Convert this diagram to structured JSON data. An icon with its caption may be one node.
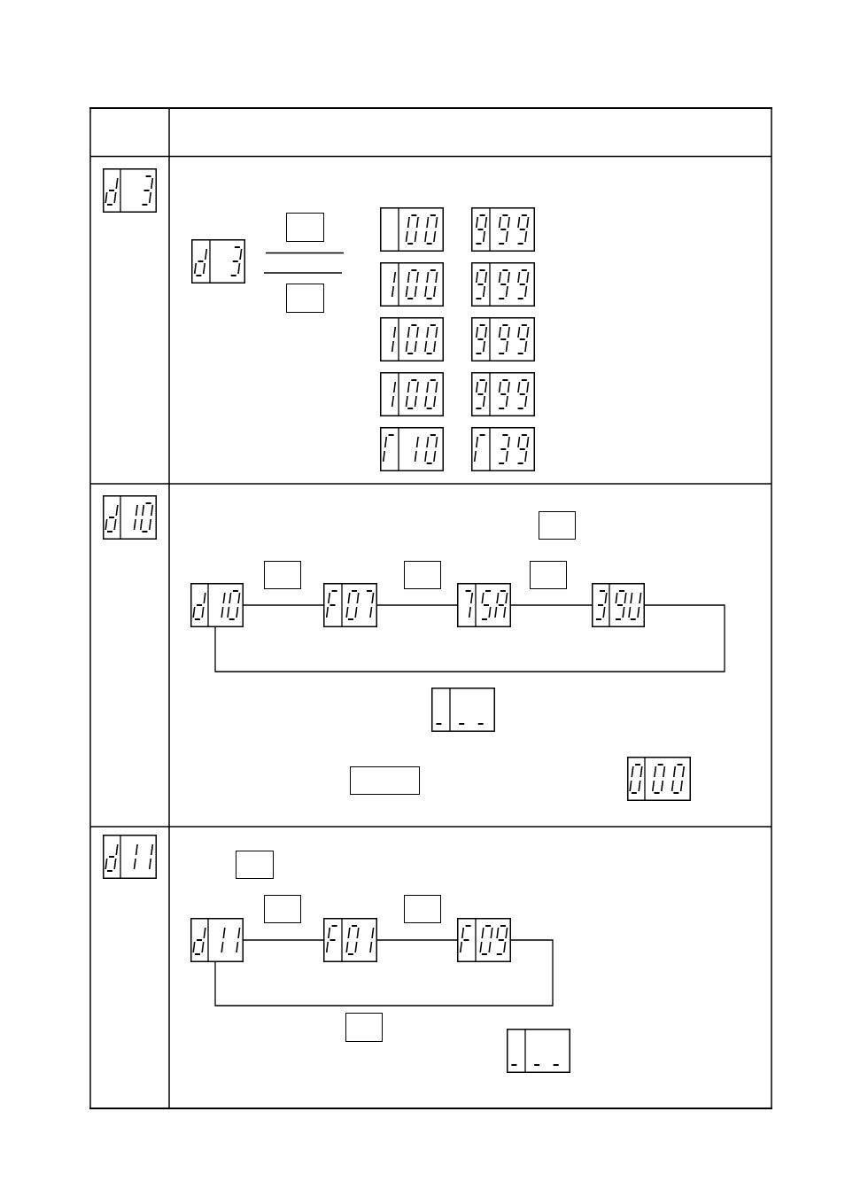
{
  "diagram": {
    "nodes": [
      {
        "text": [],
        "shape": "display"
      },
      {
        "text": [],
        "shape": "display"
      },
      {
        "text": [],
        "shape": "box"
      },
      {
        "text": [],
        "shape": "box"
      },
      {
        "text": [],
        "shape": "display"
      },
      {
        "text": [],
        "shape": "display"
      },
      {
        "text": [],
        "shape": "display"
      },
      {
        "text": [],
        "shape": "display"
      },
      {
        "text": [],
        "shape": "display"
      },
      {
        "text": [],
        "shape": "display"
      },
      {
        "text": [],
        "shape": "display"
      },
      {
        "text": [],
        "shape": "display"
      },
      {
        "text": [],
        "shape": "display"
      },
      {
        "text": [],
        "shape": "display"
      },
      {
        "text": [],
        "shape": "display"
      },
      {
        "text": [],
        "shape": "box"
      },
      {
        "text": [],
        "shape": "box"
      },
      {
        "text": [],
        "shape": "box"
      },
      {
        "text": [],
        "shape": "box"
      },
      {
        "text": [],
        "shape": "display"
      },
      {
        "text": [],
        "shape": "display"
      },
      {
        "text": [],
        "shape": "display"
      },
      {
        "text": [],
        "shape": "display"
      },
      {
        "text": [],
        "shape": "display"
      },
      {
        "text": [],
        "shape": "box"
      },
      {
        "text": [],
        "shape": "display"
      },
      {
        "text": [],
        "shape": "display"
      },
      {
        "text": [],
        "shape": "box"
      },
      {
        "text": [],
        "shape": "box"
      },
      {
        "text": [],
        "shape": "box"
      },
      {
        "text": [],
        "shape": "display"
      },
      {
        "text": [],
        "shape": "display"
      },
      {
        "text": [],
        "shape": "display"
      },
      {
        "text": [],
        "shape": "box"
      },
      {
        "text": [],
        "shape": "display"
      }
    ],
    "edges": [
      {
        "from": 19,
        "to": 20,
        "arrow": "none"
      },
      {
        "from": 20,
        "to": 21,
        "arrow": "none"
      },
      {
        "from": 21,
        "to": 22,
        "arrow": "none"
      },
      {
        "from": 22,
        "to": 19,
        "arrow": "none"
      },
      {
        "from": 30,
        "to": 31,
        "arrow": "none"
      },
      {
        "from": 31,
        "to": 32,
        "arrow": "none"
      },
      {
        "from": 32,
        "to": 30,
        "arrow": "none"
      }
    ]
  }
}
